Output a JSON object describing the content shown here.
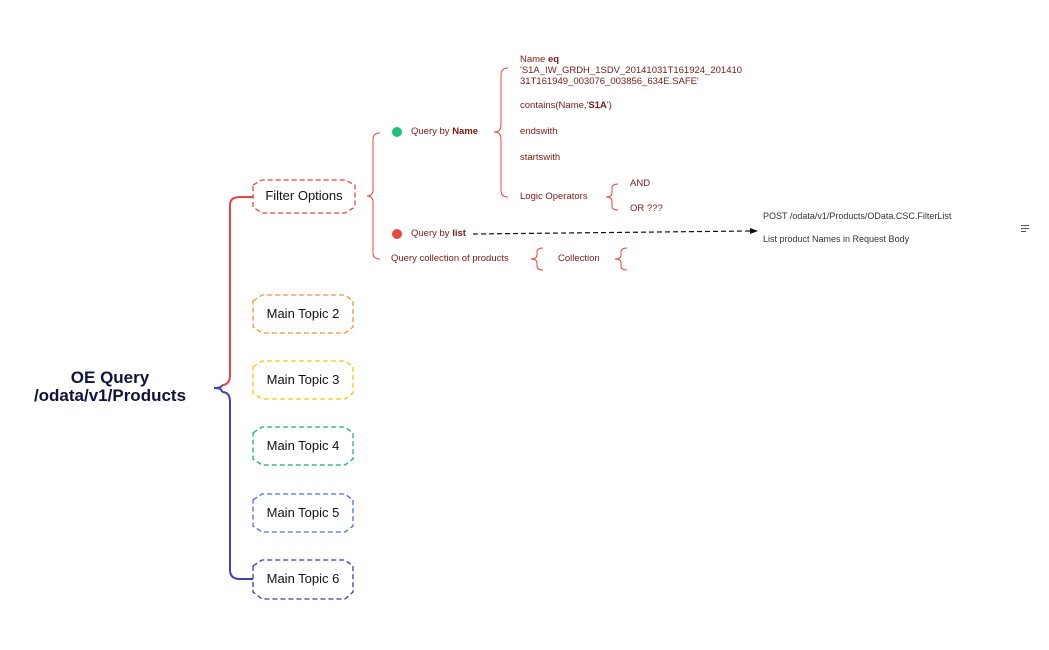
{
  "root": {
    "line1": "OE Query",
    "line2": "/odata/v1/Products"
  },
  "topics": [
    {
      "label": "Filter Options",
      "color": "#e8473f"
    },
    {
      "label": "Main Topic 2",
      "color": "#f2953a"
    },
    {
      "label": "Main Topic 3",
      "color": "#f5c518"
    },
    {
      "label": "Main Topic 4",
      "color": "#1fae74"
    },
    {
      "label": "Main Topic 5",
      "color": "#4a6fe0"
    },
    {
      "label": "Main Topic 6",
      "color": "#3b3bb0"
    }
  ],
  "branch_colors": {
    "upper": "#e8473f",
    "lower": "#4040b8"
  },
  "filter": {
    "query_by_name": {
      "prefix": "Query by ",
      "bold": "Name",
      "dot_color": "#1fbf7a"
    },
    "query_by_list": {
      "prefix": "Query by ",
      "bold": "list",
      "dot_color": "#e8473f"
    },
    "query_collection": "Query collection of products",
    "collection": "Collection"
  },
  "name_options": {
    "name_eq_prefix": "Name ",
    "name_eq_bold": "eq",
    "name_eq_line2": "'S1A_IW_GRDH_1SDV_20141031T161924_201410",
    "name_eq_line3": "31T161949_003076_003856_634E.SAFE'",
    "contains_prefix": "contains(Name,'",
    "contains_bold": "S1A",
    "contains_suffix": "')",
    "endswith": "endswith",
    "startswith": "startswith",
    "logic_operators": "Logic Operators",
    "and": "AND",
    "or": "OR ???"
  },
  "list_notes": {
    "post": "POST /odata/v1/Products/OData.CSC.FilterList",
    "body": "List product Names in Request Body"
  },
  "icons": {
    "menu": "menu-lines-icon"
  }
}
